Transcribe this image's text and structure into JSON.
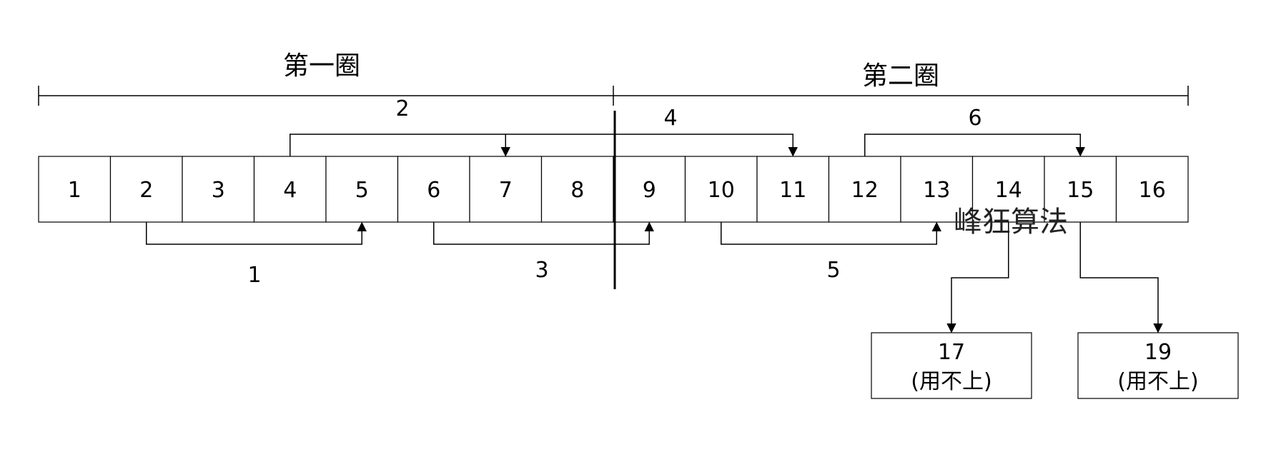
{
  "sections": {
    "first": "第一圈",
    "second": "第二圈"
  },
  "cells": [
    "1",
    "2",
    "3",
    "4",
    "5",
    "6",
    "7",
    "8",
    "9",
    "10",
    "11",
    "12",
    "13",
    "14",
    "15",
    "16"
  ],
  "jumps": [
    {
      "label": "1",
      "from": 2,
      "to": 5,
      "side": "bottom"
    },
    {
      "label": "2",
      "from": 4,
      "to": 7,
      "side": "top"
    },
    {
      "label": "3",
      "from": 6,
      "to": 9,
      "side": "bottom"
    },
    {
      "label": "4",
      "from": 7,
      "to": 11,
      "side": "top"
    },
    {
      "label": "5",
      "from": 10,
      "to": 13,
      "side": "bottom"
    },
    {
      "label": "6",
      "from": 12,
      "to": 15,
      "side": "top"
    }
  ],
  "extra_boxes": [
    {
      "from": 14,
      "line1": "17",
      "line2": "(用不上)"
    },
    {
      "from": 15,
      "line1": "19",
      "line2": "(用不上)"
    }
  ],
  "watermark": "峰狂算法",
  "colors": {
    "stroke": "#000000",
    "fill": "#ffffff"
  }
}
